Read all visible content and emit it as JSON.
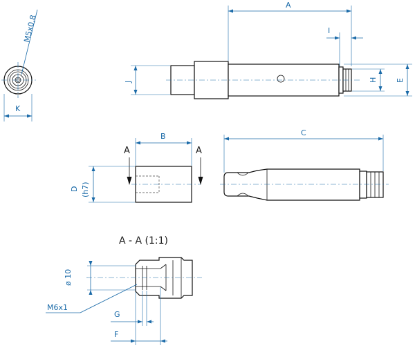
{
  "labels": {
    "thread_m5": "M5x0,8",
    "dim_a": "A",
    "dim_i": "I",
    "dim_j": "J",
    "dim_h": "H",
    "dim_e": "E",
    "dim_k": "K",
    "dim_b": "B",
    "dim_c": "C",
    "dim_d": "D",
    "dim_h7": "(h7)",
    "section_mark_left": "A",
    "section_mark_right": "A",
    "section_title": "A - A (1:1)",
    "dim_dia10": "ø 10",
    "thread_m6": "M6x1",
    "dim_g": "G",
    "dim_f": "F"
  }
}
